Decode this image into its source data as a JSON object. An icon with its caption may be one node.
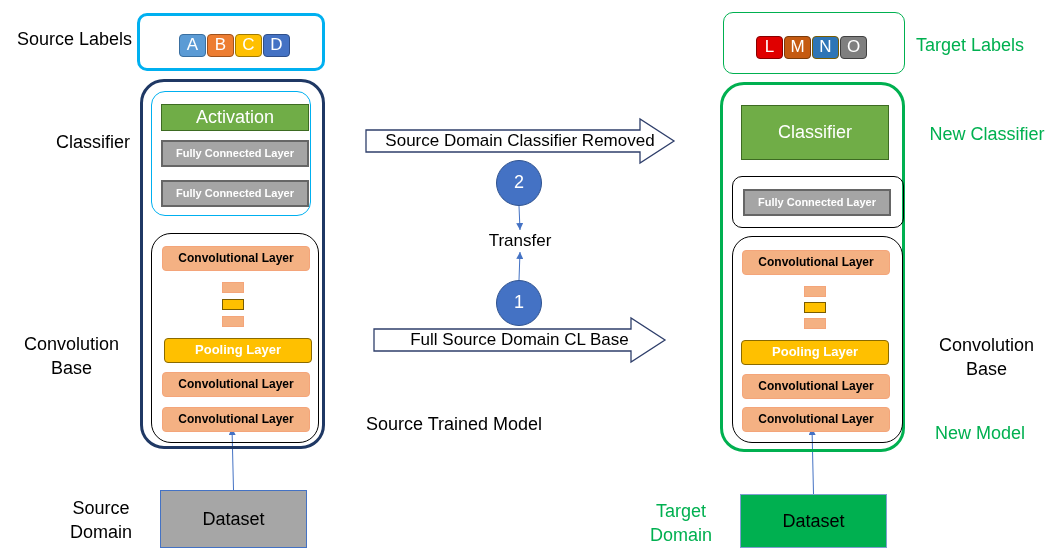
{
  "diagram": {
    "nodes": [
      {
        "text": [
          "Source Labels"
        ]
      },
      {
        "text": [
          "A"
        ],
        "in": 0
      },
      {
        "text": [
          "B"
        ],
        "in": 0
      },
      {
        "text": [
          "C"
        ],
        "in": 0
      },
      {
        "text": [
          "D"
        ],
        "in": 0
      },
      {
        "text": [],
        "shape": "box"
      },
      {
        "text": [
          "Classifier"
        ],
        "in": 5
      },
      {
        "text": [
          "Activation"
        ],
        "in": 6
      },
      {
        "text": [
          "Fully Connected Layer"
        ],
        "in": 6
      },
      {
        "text": [
          "Fully Connected Layer"
        ],
        "in": 6
      },
      {
        "text": [
          "Convolution Base"
        ],
        "in": 5
      },
      {
        "text": [
          "Convolutional Layer"
        ],
        "in": 10
      },
      {
        "text": [],
        "shape": "bar",
        "in": 10
      },
      {
        "text": [],
        "shape": "bar",
        "in": 10
      },
      {
        "text": [],
        "shape": "bar",
        "in": 10
      },
      {
        "text": [
          "Pooling Layer"
        ],
        "in": 10
      },
      {
        "text": [
          "Convolutional Layer"
        ],
        "in": 10
      },
      {
        "text": [
          "Convolutional Layer"
        ],
        "in": 10
      },
      {
        "text": [
          "Dataset"
        ],
        "beside": [
          "Source Domain"
        ]
      },
      {
        "text": [
          "2"
        ]
      },
      {
        "text": [
          "Transfer"
        ]
      },
      {
        "text": [
          "1"
        ]
      },
      {
        "text": [
          "Target Labels"
        ]
      },
      {
        "text": [
          "L"
        ],
        "in": 22
      },
      {
        "text": [
          "M"
        ],
        "in": 22
      },
      {
        "text": [
          "N"
        ],
        "in": 22
      },
      {
        "text": [
          "O"
        ],
        "in": 22
      },
      {
        "text": [
          "New Model"
        ]
      },
      {
        "text": [
          "Classifier"
        ],
        "beside": [
          "New Classifier"
        ],
        "in": 27
      },
      {
        "text": [],
        "shape": "box",
        "in": 27
      },
      {
        "text": [
          "Fully Connected Layer"
        ],
        "in": 29
      },
      {
        "text": [
          "Convolution Base"
        ],
        "in": 27
      },
      {
        "text": [
          "Convolutional Layer"
        ],
        "in": 31
      },
      {
        "text": [],
        "shape": "bar",
        "in": 31
      },
      {
        "text": [],
        "shape": "bar",
        "in": 31
      },
      {
        "text": [],
        "shape": "bar",
        "in": 31
      },
      {
        "text": [
          "Pooling Layer"
        ],
        "in": 31
      },
      {
        "text": [
          "Convolutional Layer"
        ],
        "in": 31
      },
      {
        "text": [
          "Convolutional Layer"
        ],
        "in": 31
      },
      {
        "text": [
          "Dataset"
        ],
        "beside": [
          "Target Domain"
        ]
      }
    ],
    "edges": [
      {
        "from": 6,
        "to": 28,
        "arrow": "to",
        "label": "Source Domain Classifier Removed"
      },
      {
        "from": 19,
        "to": 20,
        "arrow": "to"
      },
      {
        "from": 21,
        "to": 20,
        "arrow": "to"
      },
      {
        "from": 10,
        "to": 31,
        "arrow": "to",
        "label": "Full Source Domain CL Base"
      },
      {
        "from": 18,
        "to": 17,
        "arrow": "to"
      },
      {
        "from": 39,
        "to": 38,
        "arrow": "to"
      }
    ],
    "labels": [
      "Source Trained Model"
    ]
  }
}
